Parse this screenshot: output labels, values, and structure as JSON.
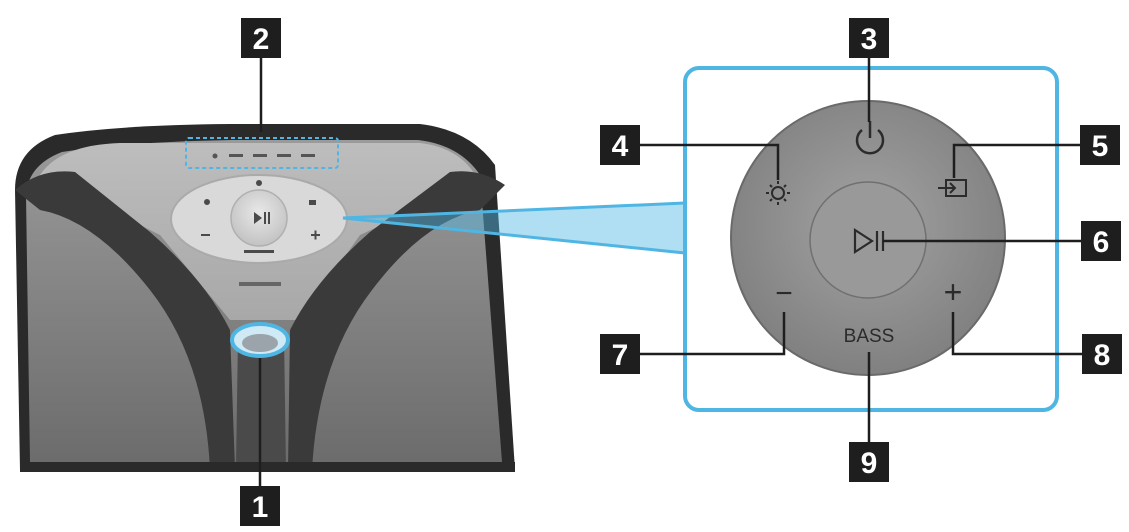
{
  "callouts": {
    "c1": "1",
    "c2": "2",
    "c3": "3",
    "c4": "4",
    "c5": "5",
    "c6": "6",
    "c7": "7",
    "c8": "8",
    "c9": "9"
  },
  "control_panel": {
    "bass_label": "BASS",
    "minus_symbol": "−",
    "plus_symbol": "+"
  },
  "icons": {
    "power": "power-icon",
    "light": "light-icon",
    "source": "source-icon",
    "play_pause": "play-pause-icon"
  },
  "colors": {
    "accent": "#4fb6e3",
    "callout_box": "#1e1e1e",
    "panel_face": "#8e8e8e"
  }
}
